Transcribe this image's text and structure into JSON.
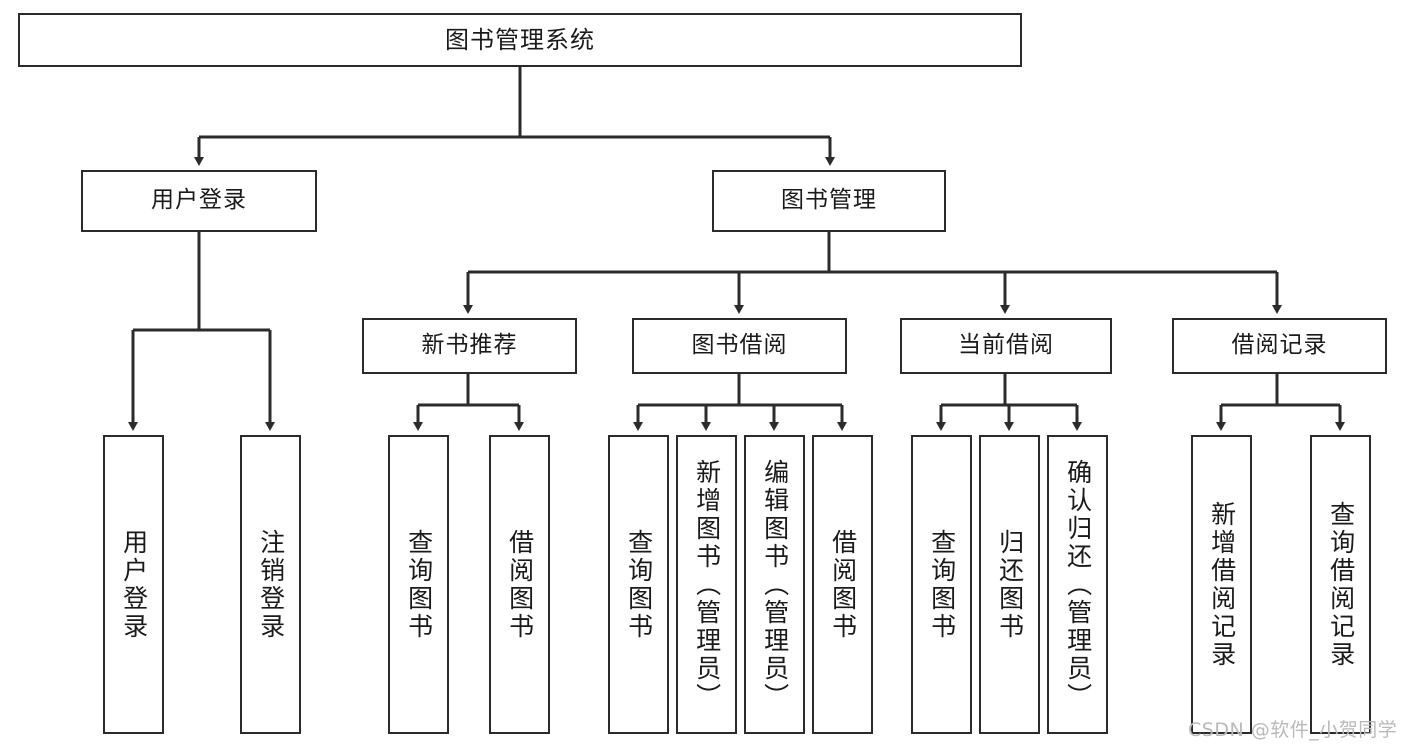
{
  "diagram": {
    "title": "图书管理系统",
    "type": "tree-hierarchy-chart",
    "orientation": "top-down",
    "colors": {
      "box_border": "#2b2b2b",
      "box_fill": "#ffffff",
      "connector": "#2b2b2b",
      "text": "#1a1a1a",
      "watermark": "#b9b9b9",
      "background": "#ffffff"
    }
  },
  "root": {
    "label": "图书管理系统"
  },
  "level2": [
    {
      "label": "用户登录"
    },
    {
      "label": "图书管理"
    }
  ],
  "level3": [
    {
      "label": "新书推荐"
    },
    {
      "label": "图书借阅"
    },
    {
      "label": "当前借阅"
    },
    {
      "label": "借阅记录"
    }
  ],
  "leaves": {
    "user_login": [
      {
        "label": "用户登录"
      },
      {
        "label": "注销登录"
      }
    ],
    "new_book": [
      {
        "label": "查询图书"
      },
      {
        "label": "借阅图书"
      }
    ],
    "book_borrow": [
      {
        "label": "查询图书"
      },
      {
        "label": "新增图书（管理员）"
      },
      {
        "label": "编辑图书（管理员）"
      },
      {
        "label": "借阅图书"
      }
    ],
    "current_borrow": [
      {
        "label": "查询图书"
      },
      {
        "label": "归还图书"
      },
      {
        "label": "确认归还（管理员）"
      }
    ],
    "borrow_record": [
      {
        "label": "新增借阅记录"
      },
      {
        "label": "查询借阅记录"
      }
    ]
  },
  "watermark": {
    "text": "CSDN @软件_小贺同学"
  }
}
